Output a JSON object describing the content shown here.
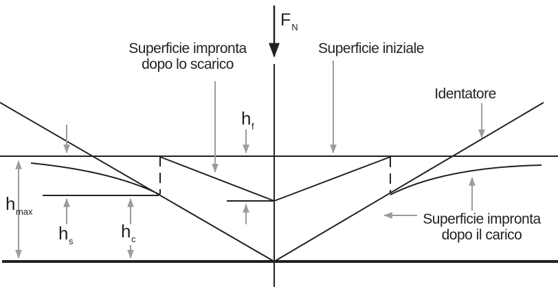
{
  "diagram": {
    "force": {
      "base": "F",
      "sub": "N"
    },
    "labels": {
      "unload_line1": "Superficie impronta",
      "unload_line2": "dopo lo scarico",
      "initial": "Superficie iniziale",
      "indenter": "Identatore",
      "load_line1": "Superficie impronta",
      "load_line2": "dopo il carico"
    },
    "dimensions": {
      "h_max": {
        "base": "h",
        "sub": "max"
      },
      "h_s": {
        "base": "h",
        "sub": "s"
      },
      "h_c": {
        "base": "h",
        "sub": "c"
      },
      "h_f": {
        "base": "h",
        "sub": "f"
      }
    },
    "colors": {
      "line": "#231f20",
      "annotation_arrow": "#9a9ca0",
      "background": "#ffffff"
    }
  }
}
